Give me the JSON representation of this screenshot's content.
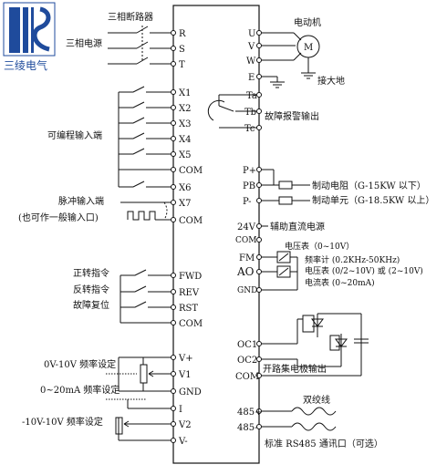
{
  "logo": {
    "text": "三绫电气",
    "accent_color": "#1f4b9c"
  },
  "left_labels": {
    "breaker": "三相断路器",
    "power": "三相电源",
    "programmable": "可编程输入端",
    "pulse": "脉冲输入端",
    "general": "(也可作一般输入口)",
    "fwd_cmd": "正转指令",
    "rev_cmd": "反转指令",
    "reset_cmd": "故障复位",
    "v10": "0V-10V 频率设定",
    "ma": "0~20mA 频率设定",
    "pm10": "-10V-10V 频率设定"
  },
  "left_terminals": [
    "R",
    "S",
    "T",
    "X1",
    "X2",
    "X3",
    "X4",
    "X5",
    "COM",
    "X6",
    "X7",
    "COM",
    "FWD",
    "REV",
    "RST",
    "COM",
    "V+",
    "V1",
    "GND",
    "I",
    "V2",
    "V-"
  ],
  "right_terminals": [
    "U",
    "V",
    "W",
    "E",
    "Ta",
    "Tb",
    "Tc",
    "P+",
    "PB",
    "P-",
    "24V",
    "COM",
    "FM",
    "AO",
    "GND",
    "OC1",
    "OC2",
    "COM",
    "485+",
    "485-"
  ],
  "right_labels": {
    "motor": "电动机",
    "motor_symbol": "M",
    "ground": "接大地",
    "fault": "故障报警输出",
    "brake_res": "制动电阻（G-15KW 以下）",
    "brake_unit": "制动单元（G-18.5KW 以上）",
    "aux_power": "辅助直流电源",
    "voltmeter": "电压表（0~10V）",
    "freq_meter": "频率计 (0.2KHz-50KHz)",
    "volt_or": "电压表 (0/2~10V) 或 (2~10V)",
    "ammeter": "电流表 (0~20mA)",
    "oc_output": "开路集电极输出",
    "twisted": "双绞线",
    "rs485": "标准 RS485 通讯口（可选）"
  }
}
